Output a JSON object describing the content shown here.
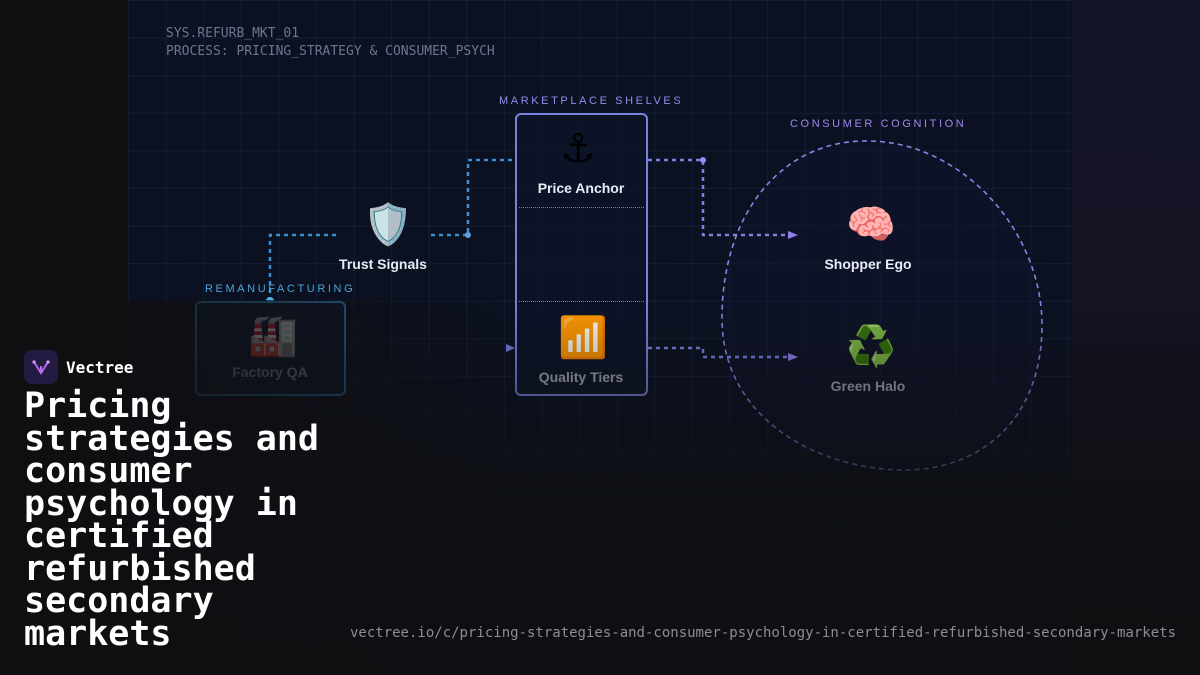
{
  "header": {
    "sys_id": "SYS.REFURB_MKT_01",
    "process": "PROCESS: PRICING_STRATEGY & CONSUMER_PSYCH"
  },
  "groups": {
    "remanufacturing": "REMANUFACTURING",
    "marketplace": "MARKETPLACE SHELVES",
    "consumer": "CONSUMER COGNITION"
  },
  "nodes": {
    "factory_qa": {
      "label": "Factory QA",
      "icon": "factory-icon"
    },
    "trust_signals": {
      "label": "Trust Signals",
      "icon": "shield-icon"
    },
    "price_anchor": {
      "label": "Price Anchor",
      "icon": "anchor-icon"
    },
    "quality_tiers": {
      "label": "Quality Tiers",
      "icon": "signal-bars-icon"
    },
    "shopper_ego": {
      "label": "Shopper Ego",
      "icon": "brain-icon"
    },
    "green_halo": {
      "label": "Green Halo",
      "icon": "recycle-icon"
    }
  },
  "brand": {
    "name": "Vectree"
  },
  "article": {
    "title": "Pricing strategies and consumer psychology in certified refurbished secondary markets",
    "url": "vectree.io/c/pricing-strategies-and-consumer-psychology-in-certified-refurbished-secondary-markets"
  },
  "colors": {
    "remanufacturing_accent": "#2f88c2",
    "marketplace_accent": "#7a82e0",
    "consumer_accent": "#9b8af0",
    "background": "#0b1121"
  }
}
